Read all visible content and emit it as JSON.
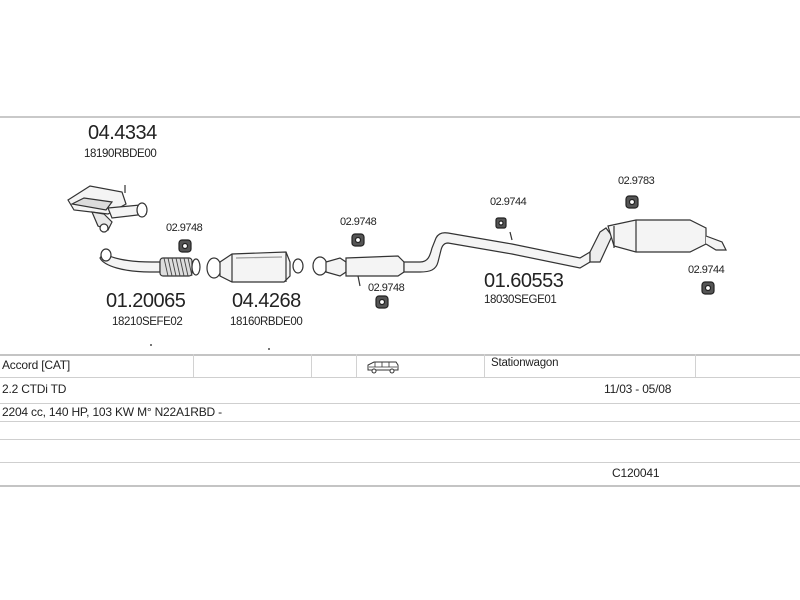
{
  "parts": {
    "front_pipe": {
      "number": "04.4334",
      "oem": "18190RBDE00"
    },
    "flex_pipe": {
      "number": "01.20065",
      "oem": "18210SEFE02"
    },
    "catalyst": {
      "number": "04.4268",
      "oem": "18160RBDE00"
    },
    "rear_section": {
      "number": "01.60553",
      "oem": "18030SEGE01"
    },
    "mounts": {
      "m1": "02.9748",
      "m2": "02.9748",
      "m3": "02.9748",
      "m4": "02.9744",
      "m5": "02.9783",
      "m6": "02.9744"
    }
  },
  "vehicle": {
    "model": "Accord  [CAT]",
    "body_type": "Stationwagon",
    "engine": "2.2 CTDi TD",
    "years": "11/03 - 05/08",
    "specs": "2204 cc, 140 HP, 103 KW M° N22A1RBD -",
    "code": "C120041",
    "icon": "station-wagon-icon"
  }
}
